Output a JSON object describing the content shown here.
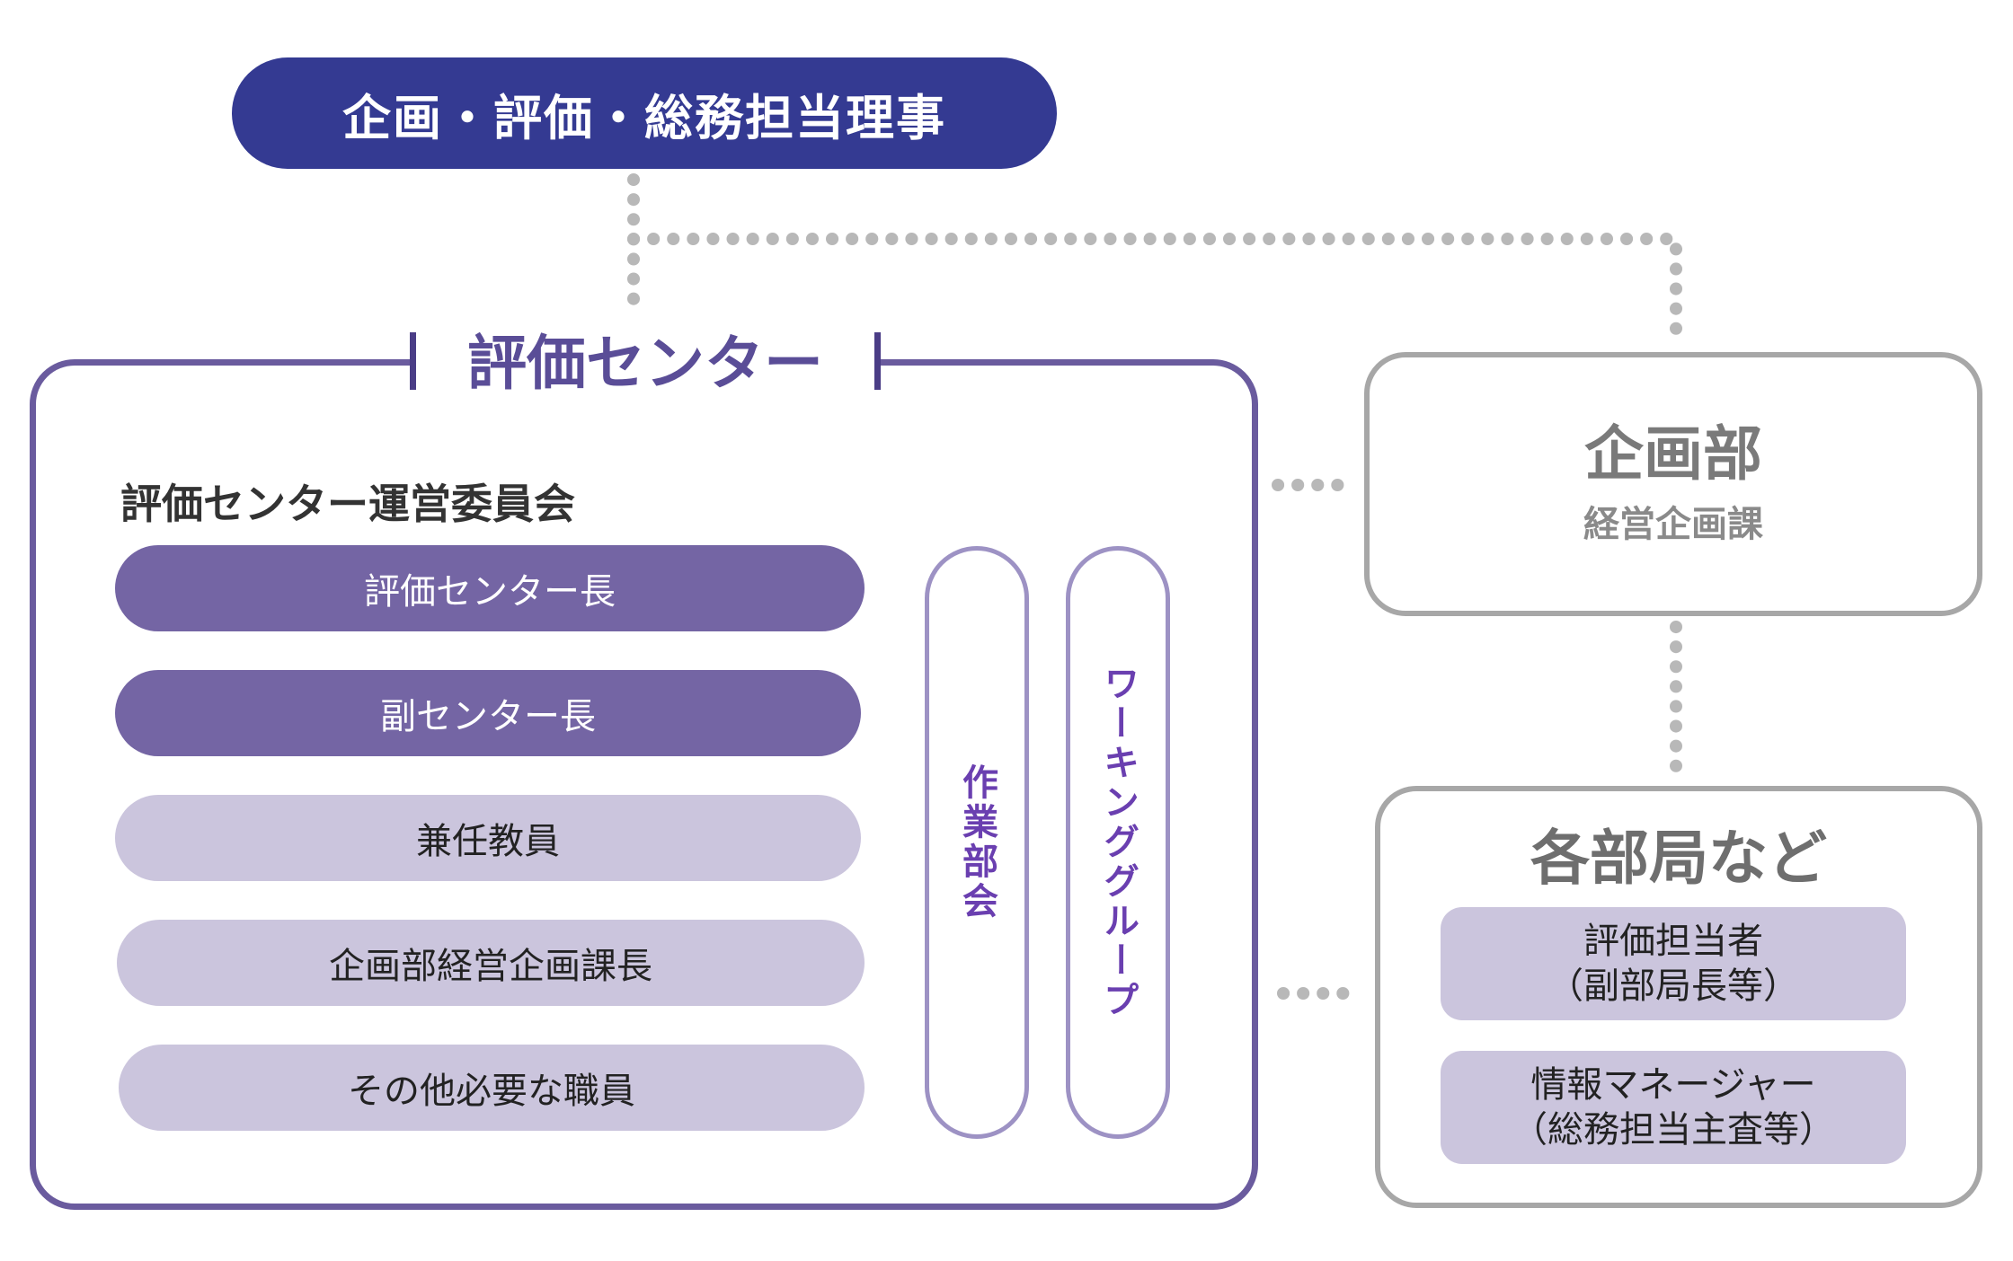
{
  "top_node": {
    "label": "企画・評価・総務担当理事"
  },
  "evaluation_center": {
    "title": "評価センター",
    "committee_title": "評価センター運営委員会",
    "members": [
      {
        "label": "評価センター長",
        "style": "dark"
      },
      {
        "label": "副センター長",
        "style": "dark"
      },
      {
        "label": "兼任教員",
        "style": "light"
      },
      {
        "label": "企画部経営企画課長",
        "style": "light"
      },
      {
        "label": "その他必要な職員",
        "style": "light"
      }
    ],
    "sub_groups": [
      {
        "label": "作業部会"
      },
      {
        "label": "ワーキンググループ"
      }
    ]
  },
  "planning_department": {
    "title": "企画部",
    "subtitle": "経営企画課"
  },
  "divisions": {
    "title": "各部局など",
    "members": [
      {
        "line1": "評価担当者",
        "line2": "（副部局長等）"
      },
      {
        "line1": "情報マネージャー",
        "line2": "（総務担当主査等）"
      }
    ]
  },
  "colors": {
    "top_node": "#343a92",
    "center_frame": "#6a5b9e",
    "pill_dark": "#7465a4",
    "pill_light": "#cbc5dd",
    "gray_frame": "#a7a7a7",
    "connector": "#b8b8b8",
    "vertical_text": "#6a3fb0"
  }
}
